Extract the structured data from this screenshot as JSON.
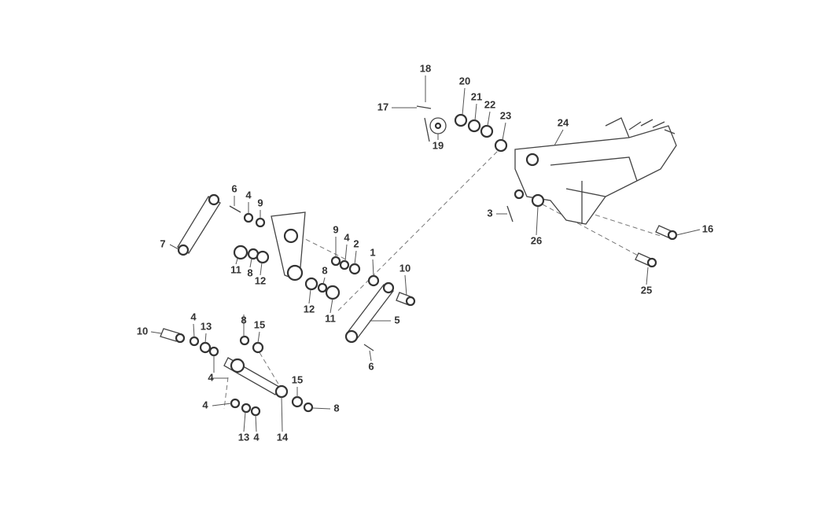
{
  "diagram": {
    "title": "",
    "callouts": [
      "18",
      "20",
      "21",
      "22",
      "17",
      "23",
      "24",
      "19",
      "6",
      "4",
      "9",
      "3",
      "16",
      "26",
      "9",
      "4",
      "2",
      "7",
      "1",
      "10",
      "11",
      "8",
      "12",
      "8",
      "25",
      "12",
      "11",
      "5",
      "4",
      "13",
      "10",
      "8",
      "15",
      "6",
      "4",
      "15",
      "4",
      "8",
      "13",
      "4",
      "14"
    ]
  }
}
